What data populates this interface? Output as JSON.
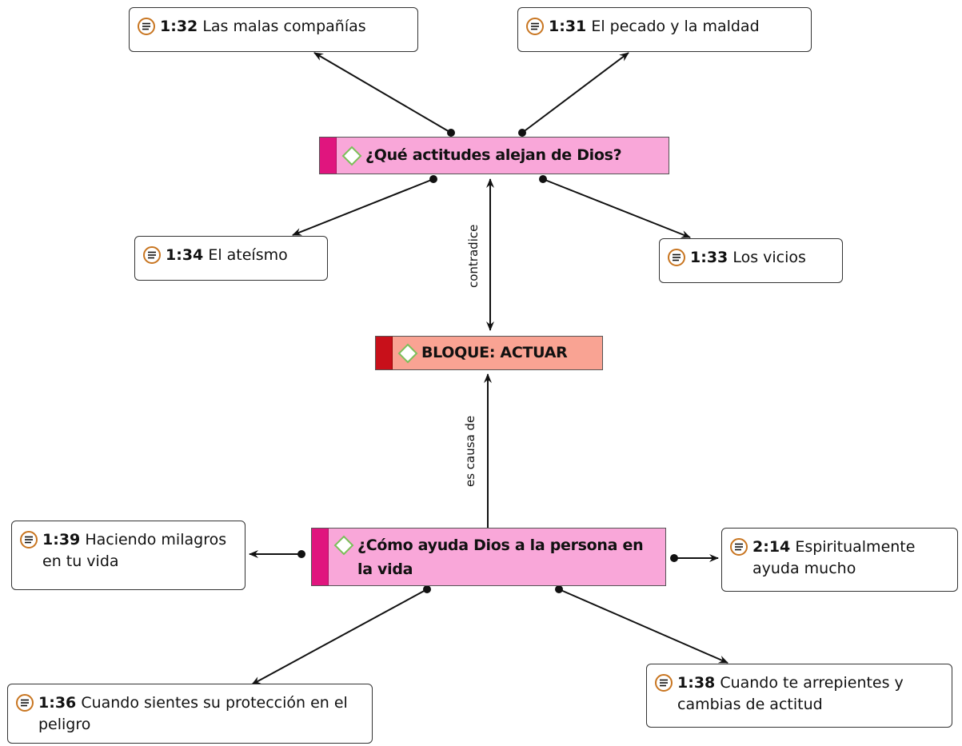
{
  "codes": {
    "actitudes": "¿Qué actitudes alejan de Dios?",
    "bloque": "BLOQUE: ACTUAR",
    "ayuda": "¿Cómo ayuda Dios a la persona en la vida"
  },
  "quotations": {
    "q132": {
      "id": "1:32",
      "text": "Las malas compañías"
    },
    "q131": {
      "id": "1:31",
      "text": "El pecado y la maldad"
    },
    "q134": {
      "id": "1:34",
      "text": "El ateísmo"
    },
    "q133": {
      "id": "1:33",
      "text": "Los vicios"
    },
    "q139": {
      "id": "1:39",
      "text": "Haciendo milagros en tu vida"
    },
    "q214": {
      "id": "2:14",
      "text": "Espiritualmente ayuda mucho"
    },
    "q136": {
      "id": "1:36",
      "text": "Cuando sientes su protección en el peligro"
    },
    "q138": {
      "id": "1:38",
      "text": "Cuando te arrepientes y cambias de actitud"
    }
  },
  "relations": {
    "contradice": "contradice",
    "es_causa_de": "es causa de"
  },
  "icons": {
    "quotation": "quotation-icon",
    "code": "code-diamond-icon"
  },
  "colors": {
    "code_pink_fill": "#f9a7d9",
    "code_pink_bar": "#e0157e",
    "code_red_fill": "#f9a393",
    "code_red_bar": "#c8101a",
    "quote_icon": "#c87520"
  }
}
